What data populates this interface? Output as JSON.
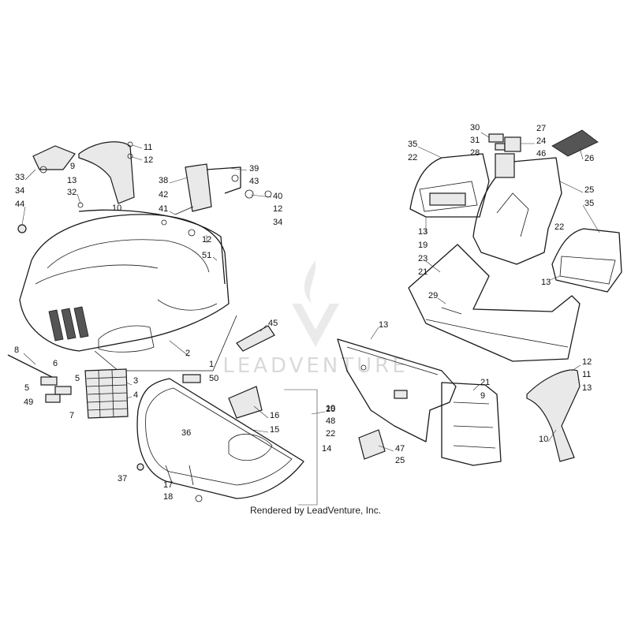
{
  "watermark": {
    "text": "LEADVENTURE"
  },
  "credit": "Rendered by LeadVenture, Inc.",
  "colors": {
    "line": "#1a1a1a",
    "watermark": "#d9d9d9",
    "background": "#ffffff"
  },
  "callouts": [
    "8",
    "6",
    "5",
    "5",
    "49",
    "7",
    "3",
    "4",
    "33",
    "34",
    "44",
    "9",
    "13",
    "32",
    "10",
    "11",
    "12",
    "38",
    "42",
    "41",
    "39",
    "43",
    "40",
    "12",
    "34",
    "12",
    "51",
    "2",
    "1",
    "50",
    "45",
    "36",
    "37",
    "17",
    "18",
    "16",
    "15",
    "14",
    "19",
    "48",
    "22",
    "20",
    "47",
    "25",
    "35",
    "22",
    "13",
    "19",
    "23",
    "21",
    "29",
    "30",
    "31",
    "28",
    "27",
    "24",
    "46",
    "26",
    "25",
    "35",
    "22",
    "13",
    "13",
    "21",
    "9",
    "12",
    "11",
    "13",
    "10"
  ]
}
